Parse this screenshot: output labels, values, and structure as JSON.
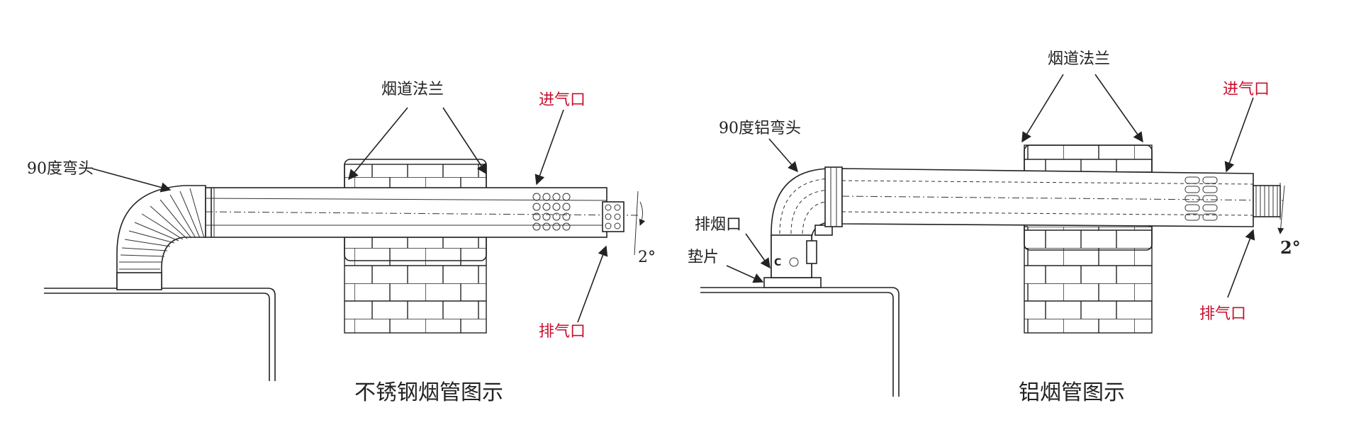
{
  "left_diagram": {
    "caption": "不锈钢烟管图示",
    "labels": {
      "elbow": "90度弯头",
      "flange": "烟道法兰",
      "intake": "进气口",
      "exhaust": "排气口",
      "slope": "2°"
    }
  },
  "right_diagram": {
    "caption": "铝烟管图示",
    "labels": {
      "elbow": "90度铝弯头",
      "flange": "烟道法兰",
      "intake": "进气口",
      "exhaust": "排气口",
      "flue_outlet": "排烟口",
      "gasket": "垫片",
      "slope": "2°",
      "clamp_mark": "C"
    }
  },
  "colors": {
    "line": "#222222",
    "highlight_label": "#c8102e",
    "background": "#ffffff"
  }
}
